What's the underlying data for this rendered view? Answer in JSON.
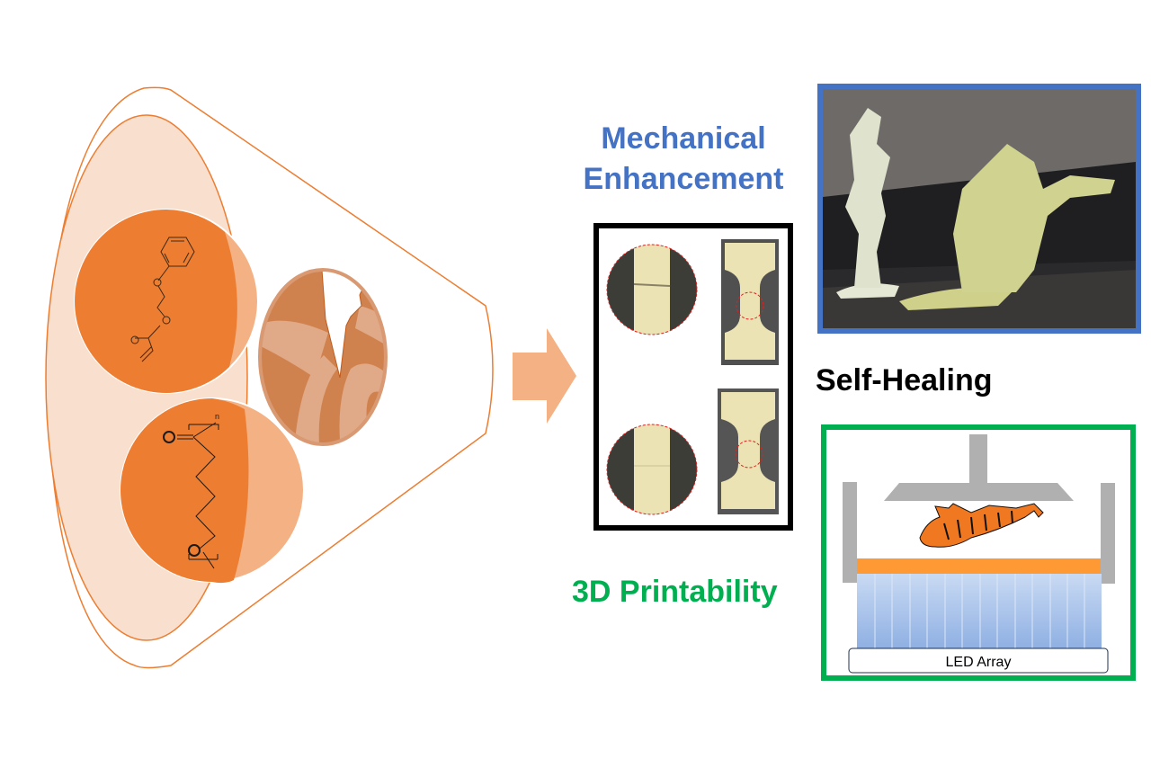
{
  "labels": {
    "mechanical_line1": "Mechanical",
    "mechanical_line2": "Enhancement",
    "self_healing": "Self-Healing",
    "printability": "3D Printability",
    "led_array": "LED Array"
  },
  "chemistry": {
    "repeat_unit_subscript": "n"
  },
  "colors": {
    "orange": "#ed7d31",
    "light_orange": "#f4b183",
    "pale_orange": "#f9dfcd",
    "mechanical_blue": "#4472c4",
    "printability_green": "#00b050",
    "resin_orange": "#ff9933",
    "printer_gray": "#b0b0b0"
  }
}
